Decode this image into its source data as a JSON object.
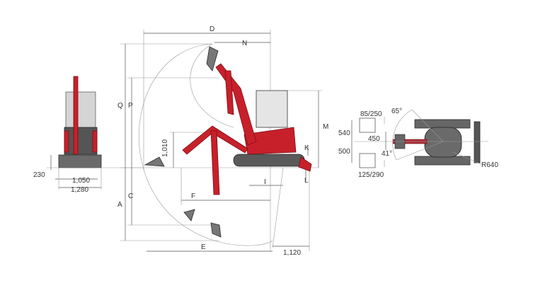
{
  "colors": {
    "machine": "#c8202a",
    "tracks": "#555555",
    "lines": "#555555"
  },
  "front_view": {
    "track_height": "230",
    "track_gauge": "1,050",
    "overall_width": "1,280"
  },
  "side_view": {
    "D": "D",
    "N": "N",
    "Q": "Q",
    "P": "P",
    "M": "M",
    "dim_1010": "1,010",
    "K": "K",
    "I": "I",
    "L": "L",
    "F": "F",
    "C": "C",
    "A": "A",
    "E": "E",
    "dim_1120": "1,120"
  },
  "top_view": {
    "right_offset": "85/250",
    "swing_right": "65°",
    "dim_540": "540",
    "dim_450": "450",
    "dim_500": "500",
    "swing_left": "41°",
    "left_offset": "125/290",
    "tail_radius": "R640"
  }
}
